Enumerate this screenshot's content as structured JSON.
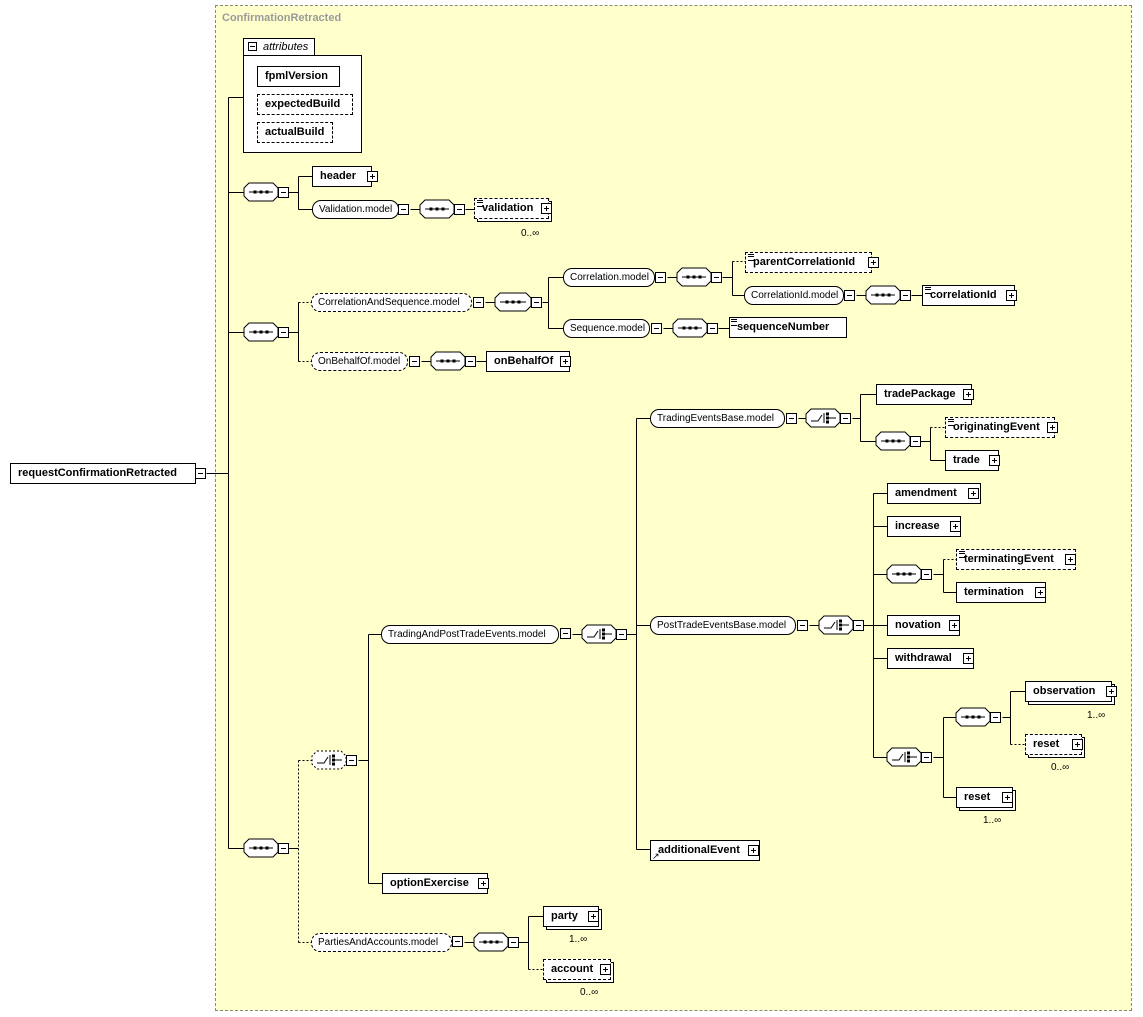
{
  "diagram": {
    "complex_type_label": "ConfirmationRetracted",
    "root_element": "requestConfirmationRetracted",
    "attributes": {
      "label": "attributes",
      "items": [
        "fpmlVersion",
        "expectedBuild",
        "actualBuild"
      ]
    },
    "elements": {
      "header": "header",
      "validation_model": "Validation.model",
      "validation": "validation",
      "correlation_and_sequence_model": "CorrelationAndSequence.model",
      "correlation_model": "Correlation.model",
      "parent_correlation_id": "parentCorrelationId",
      "correlation_id_model": "CorrelationId.model",
      "correlation_id": "correlationId",
      "sequence_model": "Sequence.model",
      "sequence_number": "sequenceNumber",
      "on_behalf_of_model": "OnBehalfOf.model",
      "on_behalf_of": "onBehalfOf",
      "trading_events_base_model": "TradingEventsBase.model",
      "trade_package": "tradePackage",
      "originating_event": "originatingEvent",
      "trade": "trade",
      "trading_and_post_trade_events_model": "TradingAndPostTradeEvents.model",
      "post_trade_events_base_model": "PostTradeEventsBase.model",
      "amendment": "amendment",
      "increase": "increase",
      "terminating_event": "terminatingEvent",
      "termination": "termination",
      "novation": "novation",
      "withdrawal": "withdrawal",
      "observation": "observation",
      "reset_optional": "reset",
      "reset": "reset",
      "additional_event": "additionalEvent",
      "option_exercise": "optionExercise",
      "parties_and_accounts_model": "PartiesAndAccounts.model",
      "party": "party",
      "account": "account"
    },
    "occurrences": {
      "validation": "0..∞",
      "observation": "1..∞",
      "reset_optional": "0..∞",
      "reset": "1..∞",
      "party": "1..∞",
      "account": "0..∞"
    }
  }
}
